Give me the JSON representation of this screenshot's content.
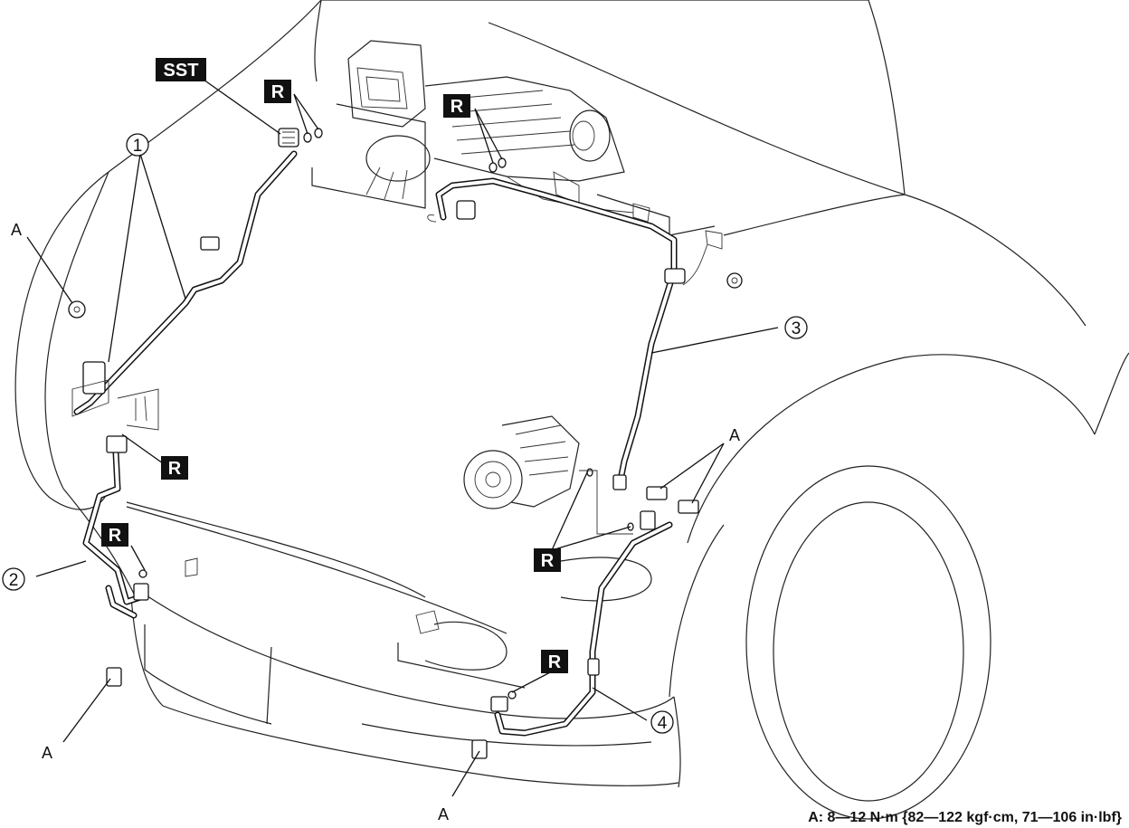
{
  "badges": {
    "sst": "SST",
    "r": "R"
  },
  "callouts": {
    "one": "1",
    "two": "2",
    "three": "3",
    "four": "4"
  },
  "fastener_label": "A",
  "torque_note": "A: 8—12 N·m {82—122 kgf·cm, 71—106 in·lbf}"
}
